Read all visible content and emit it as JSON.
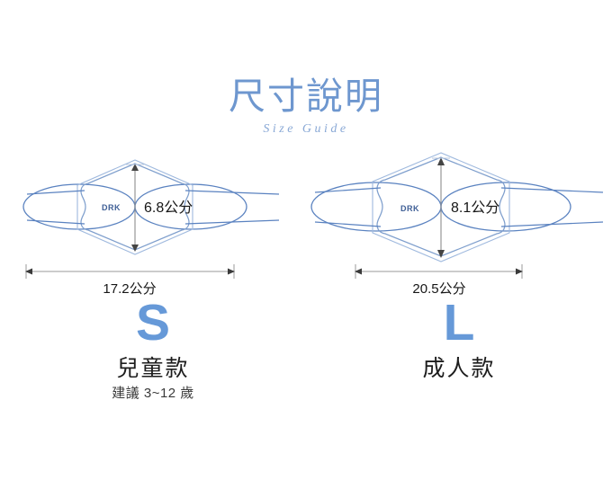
{
  "page": {
    "background": "#ffffff",
    "accent_blue": "#6699d8",
    "title_blue": "#6e97cf",
    "outline_blue": "#89a9d6",
    "strap_blue": "#5a82c0",
    "dimension_gray": "#8d8d8d",
    "logo_blue": "#3f5f96"
  },
  "header": {
    "title": "尺寸說明",
    "subtitle": "Size Guide"
  },
  "sizes": [
    {
      "letter": "S",
      "name": "兒童款",
      "note": "建議 3~12 歲",
      "logo": "DRK",
      "height_label": "6.8公分",
      "width_label": "17.2公分",
      "height_cm": 6.8,
      "width_cm": 17.2
    },
    {
      "letter": "L",
      "name": "成人款",
      "note": "",
      "logo": "DRK",
      "height_label": "8.1公分",
      "width_label": "20.5公分",
      "height_cm": 8.1,
      "width_cm": 20.5
    }
  ]
}
